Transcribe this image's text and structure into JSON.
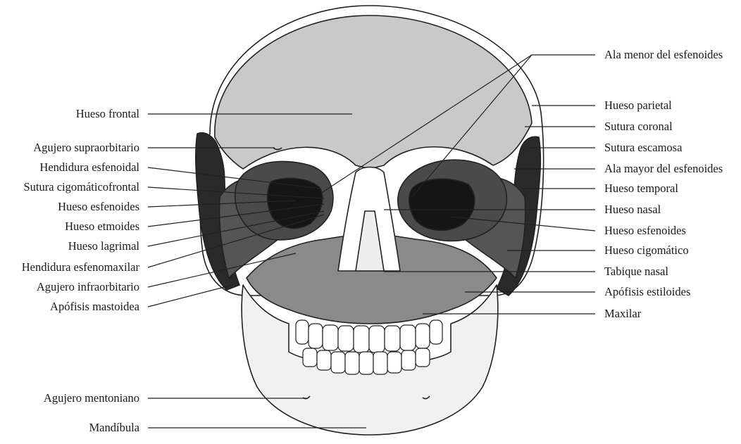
{
  "labels_left": [
    "Hueso frontal",
    "Agujero supraorbitario",
    "Hendidura esfenoidal",
    "Sutura cigomáticofrontal",
    "Hueso esfenoides",
    "Hueso etmoides",
    "Hueso lagrimal",
    "Hendidura esfenomaxilar",
    "Agujero infraorbitario",
    "Apófisis mastoidea",
    "Agujero mentoniano",
    "Mandíbula"
  ],
  "labels_right": [
    "Ala menor del esfenoides",
    "Hueso parietal",
    "Sutura coronal",
    "Sutura escamosa",
    "Ala mayor del esfenoides",
    "Hueso temporal",
    "Hueso nasal",
    "Hueso esfenoides",
    "Hueso cigomático",
    "Tabique nasal",
    "Apófisis estiloides",
    "Maxilar"
  ],
  "colors": {
    "frontal": "#c9c9c9",
    "maxilla": "#8a8a8a",
    "dark": "#3a3a3a",
    "black": "#161616",
    "mandible": "#f1f1f1",
    "teeth": "#ffffff",
    "outline": "#222222"
  }
}
